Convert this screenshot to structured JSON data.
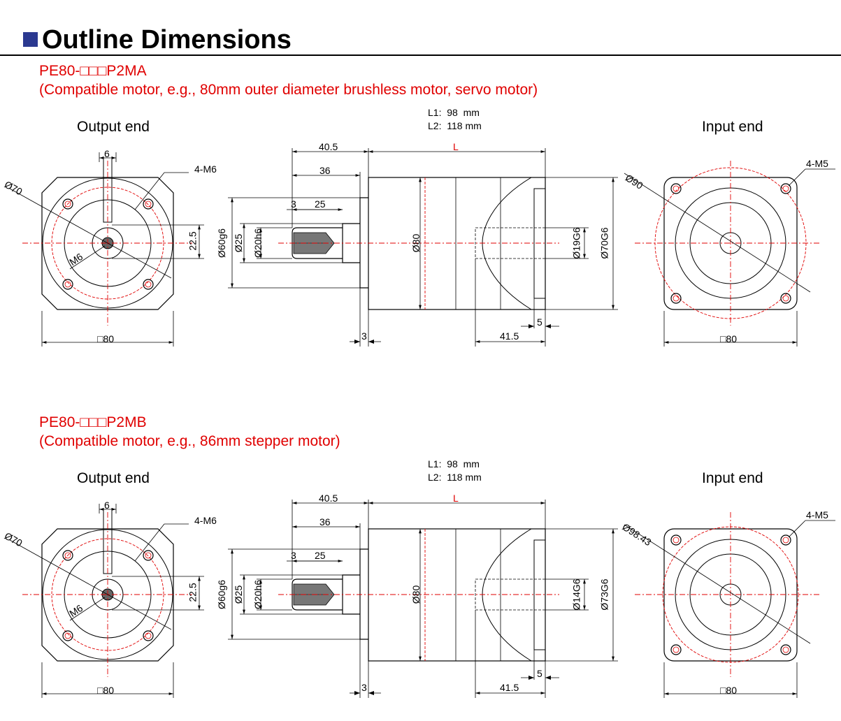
{
  "header": {
    "title": "Outline Dimensions",
    "accent_color": "#2b3990"
  },
  "sections": [
    {
      "model": "PE80-□□□P2MA",
      "note": "(Compatible motor, e.g., 80mm outer diameter brushless motor, servo motor)",
      "output_label": "Output end",
      "input_label": "Input end",
      "lengths": {
        "l1": "L1:  98  mm",
        "l2": "L2:  118 mm"
      },
      "output": {
        "key_width": "6",
        "hole_spec": "4-M6",
        "pcd": "Ø70",
        "shaft_height": "22.5",
        "center_thread": "M6",
        "square": "□80"
      },
      "side": {
        "d405": "40.5",
        "len_l": "L",
        "d36": "36",
        "d3a": "3",
        "d25": "25",
        "pilot": "Ø60g6",
        "collar": "Ø25",
        "shaft": "Ø20h6",
        "body": "Ø80",
        "bore": "Ø19G6",
        "socket": "Ø70G6",
        "d5": "5",
        "d415": "41.5",
        "d3b": "3"
      },
      "input": {
        "pcd": "Ø90",
        "hole_spec": "4-M5",
        "square": "□80"
      }
    },
    {
      "model": "PE80-□□□P2MB",
      "note": "(Compatible motor, e.g., 86mm stepper motor)",
      "output_label": "Output end",
      "input_label": "Input end",
      "lengths": {
        "l1": "L1:  98  mm",
        "l2": "L2:  118 mm"
      },
      "output": {
        "key_width": "6",
        "hole_spec": "4-M6",
        "pcd": "Ø70",
        "shaft_height": "22.5",
        "center_thread": "M6",
        "square": "□80"
      },
      "side": {
        "d405": "40.5",
        "len_l": "L",
        "d36": "36",
        "d3a": "3",
        "d25": "25",
        "pilot": "Ø60g6",
        "collar": "Ø25",
        "shaft": "Ø20h6",
        "body": "Ø80",
        "bore": "Ø14G6",
        "socket": "Ø73G6",
        "d5": "5",
        "d415": "41.5",
        "d3b": "3"
      },
      "input": {
        "pcd": "Ø98.43",
        "hole_spec": "4-M5",
        "square": "□80"
      }
    }
  ]
}
